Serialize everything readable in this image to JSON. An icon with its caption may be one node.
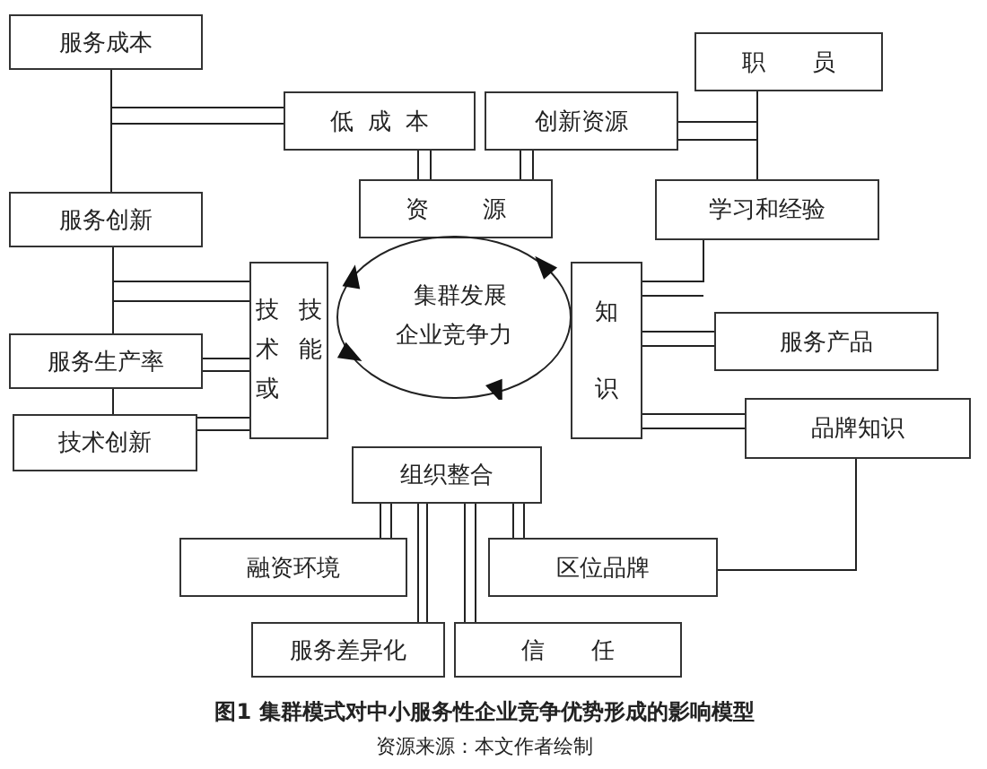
{
  "diagram": {
    "caption": "图1 集群模式对中小服务性企业竞争优势形成的影响模型",
    "nodes": [
      {
        "text": [
          "服务成本"
        ]
      },
      {
        "text": [
          "低成本"
        ]
      },
      {
        "text": [
          "创新资源"
        ]
      },
      {
        "text": [
          "职员"
        ]
      },
      {
        "text": [
          "资源"
        ]
      },
      {
        "text": [
          "学习和经验"
        ]
      },
      {
        "text": [
          "服务创新"
        ]
      },
      {
        "text": [
          "技术或技能"
        ]
      },
      {
        "text": [
          "集群发展企业竞争力"
        ]
      },
      {
        "text": [
          "知识"
        ]
      },
      {
        "text": [
          "服务生产率"
        ]
      },
      {
        "text": [
          "服务产品"
        ]
      },
      {
        "text": [
          "技术创新"
        ]
      },
      {
        "text": [
          "品牌知识"
        ]
      },
      {
        "text": [
          "组织整合"
        ]
      },
      {
        "text": [
          "融资环境"
        ]
      },
      {
        "text": [
          "区位品牌"
        ]
      },
      {
        "text": [
          "服务差异化"
        ]
      },
      {
        "text": [
          "信任"
        ]
      }
    ],
    "edges": [
      {
        "from": 0,
        "to": 6,
        "arrow": "none"
      },
      {
        "from": 1,
        "to": 0,
        "arrow": "none"
      },
      {
        "from": 1,
        "to": 4,
        "arrow": "none"
      },
      {
        "from": 2,
        "to": 4,
        "arrow": "none"
      },
      {
        "from": 3,
        "to": 5,
        "arrow": "none"
      },
      {
        "from": 2,
        "to": 3,
        "arrow": "none"
      },
      {
        "from": 6,
        "to": 10,
        "arrow": "none"
      },
      {
        "from": 7,
        "to": 6,
        "arrow": "none"
      },
      {
        "from": 10,
        "to": 7,
        "arrow": "none"
      },
      {
        "from": 10,
        "to": 12,
        "arrow": "none"
      },
      {
        "from": 12,
        "to": 7,
        "arrow": "none"
      },
      {
        "from": 5,
        "to": 9,
        "arrow": "none"
      },
      {
        "from": 11,
        "to": 9,
        "arrow": "none"
      },
      {
        "from": 13,
        "to": 9,
        "arrow": "none"
      },
      {
        "from": 13,
        "to": 16,
        "arrow": "none"
      },
      {
        "from": 14,
        "to": 15,
        "arrow": "none"
      },
      {
        "from": 14,
        "to": 17,
        "arrow": "none"
      },
      {
        "from": 14,
        "to": 18,
        "arrow": "none"
      },
      {
        "from": 14,
        "to": 16,
        "arrow": "none"
      }
    ],
    "labels": [
      "资源来源：本文作者绘制"
    ]
  }
}
